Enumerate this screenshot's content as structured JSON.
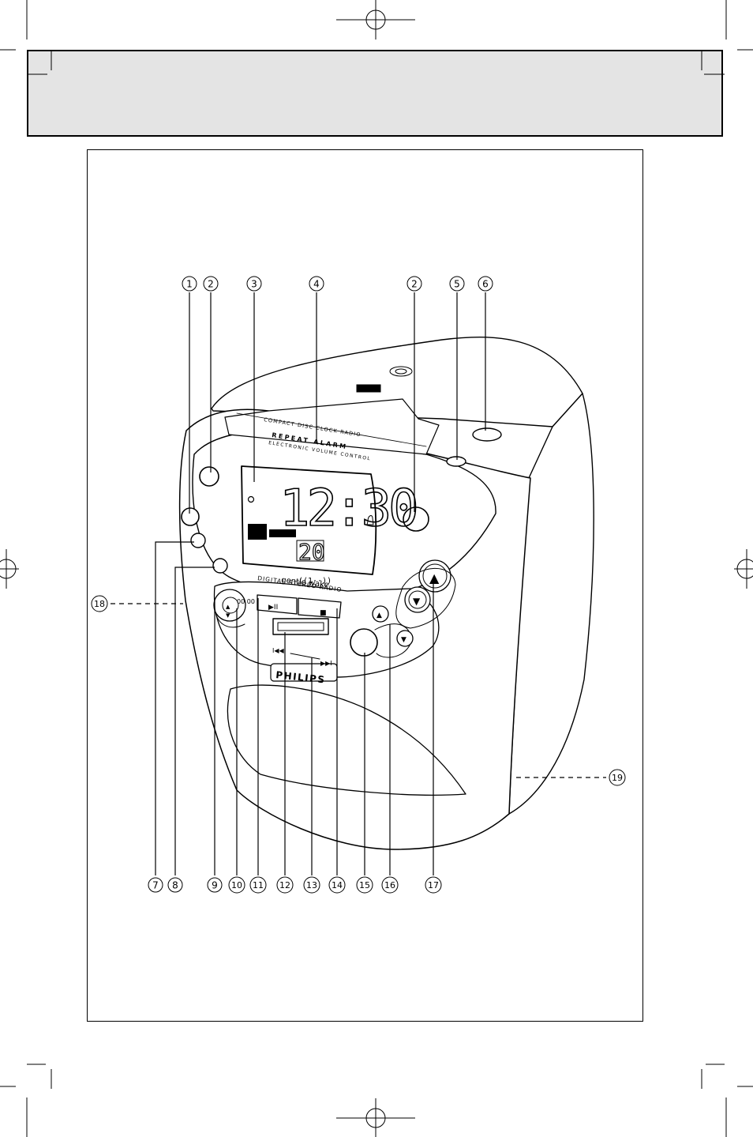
{
  "callouts": {
    "c1": "1",
    "c2": "2",
    "c3": "3",
    "c4": "4",
    "c2b": "2",
    "c5": "5",
    "c6": "6",
    "c7": "7",
    "c8": "8",
    "c9": "9",
    "c10": "10",
    "c11": "11",
    "c12": "12",
    "c13": "13",
    "c14": "14",
    "c15": "15",
    "c16": "16",
    "c17": "17",
    "c18": "18",
    "c19": "19"
  },
  "device": {
    "brand": "PHILIPS",
    "lid_line1": "COMPACT DISC CLOCK RADIO",
    "lid_line2": "REPEAT ALARM",
    "lid_line3": "ELECTRONIC VOLUME CONTROL",
    "display_time": "12:30",
    "display_small": "20",
    "display_bracket": "((1··))",
    "gentle_wake": "gentle wake",
    "digital_stereo_radio": "DIGITAL  STEREO  RADIO",
    "play_pause": "▶II",
    "stop": "■",
    "prev": "I◀◀",
    "next": "▶▶I",
    "up_arrow": "▲",
    "down_arrow": "▼",
    "dial_marks": "00  00"
  },
  "icons": [
    "registration-mark-icon",
    "crop-mark-icon",
    "alarm-bell-icon",
    "compact-disc-logo-icon"
  ]
}
